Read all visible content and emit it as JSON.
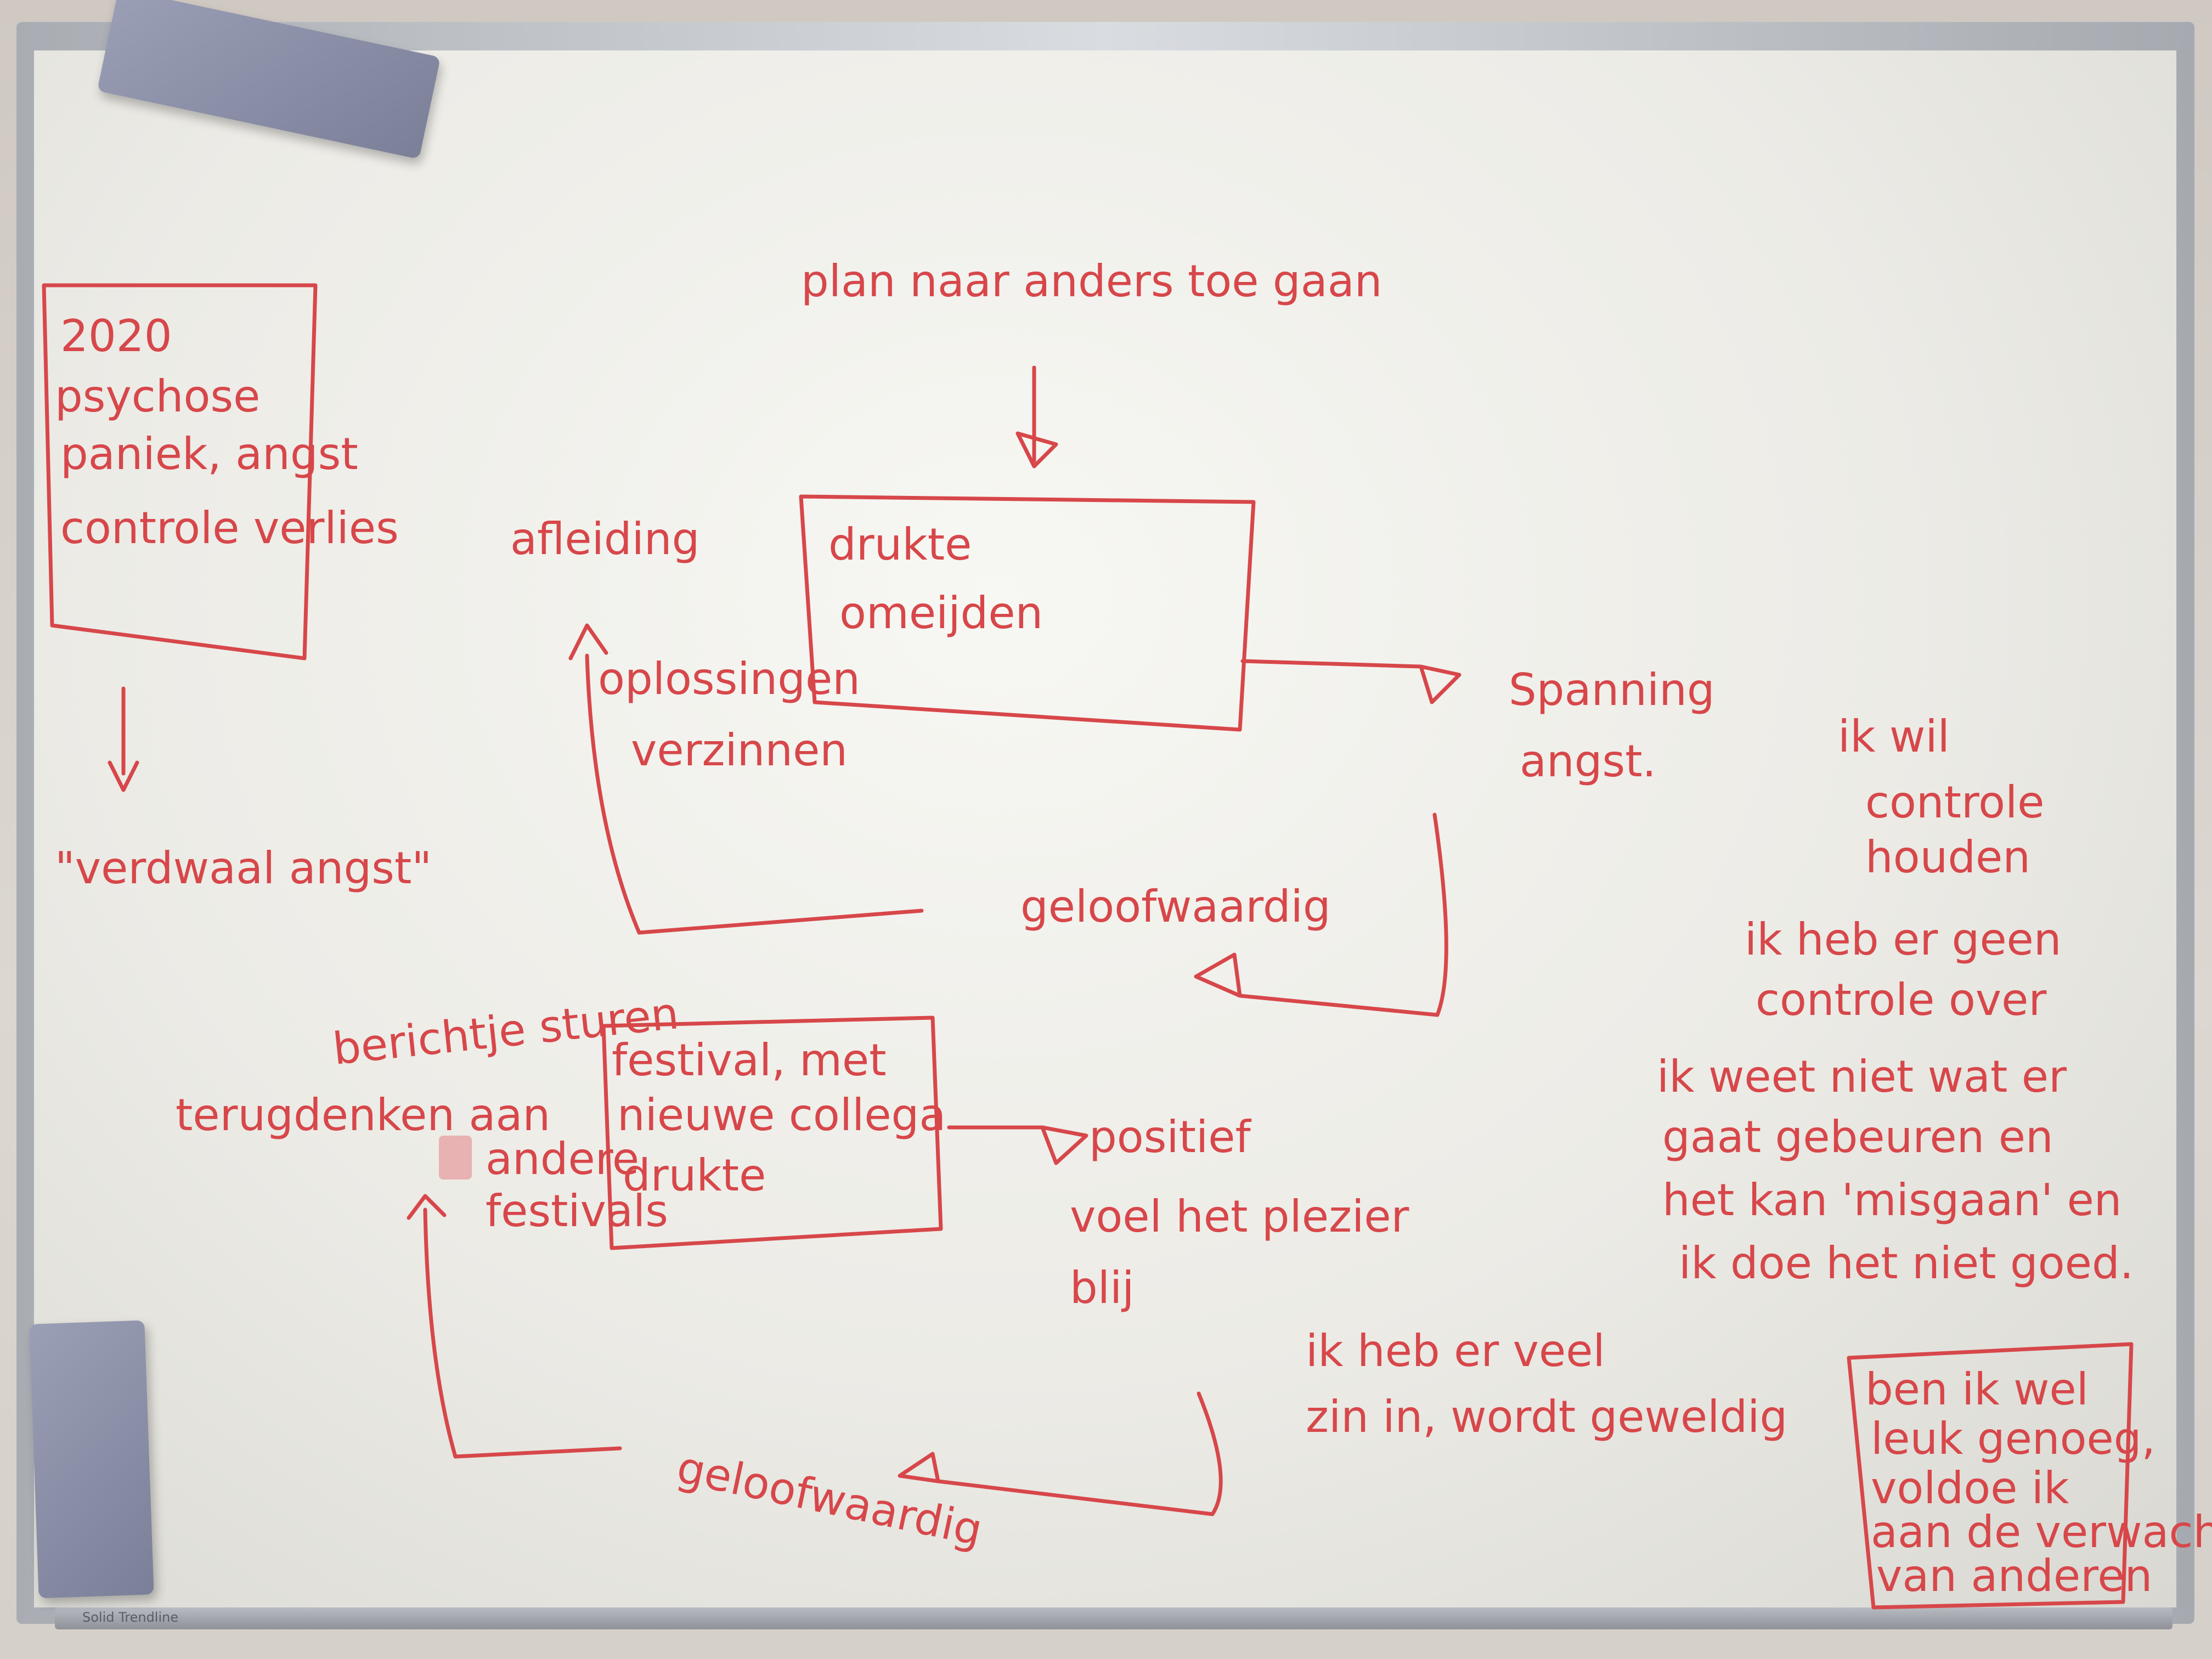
{
  "board": {
    "title": "plan naar anders toe gaan",
    "box_top_left": [
      "2020",
      "psychose",
      "paniek, angst",
      "controle verlies"
    ],
    "quote": "\"verdwaal angst\"",
    "center_box": [
      "drukte",
      "omeijden"
    ],
    "afleiding": "afleiding",
    "oplossingen": [
      "oplossingen",
      "verzinnen"
    ],
    "spanning": [
      "Spanning",
      "angst."
    ],
    "geloofwaardig_top": "geloofwaardig",
    "right_notes": {
      "controle": [
        "ik wil",
        "controle",
        "houden"
      ],
      "geen_controle": [
        "ik heb er geen",
        "controle over"
      ],
      "weet_niet": [
        "ik weet niet wat er",
        "gaat gebeuren en",
        "het kan 'misgaan' en",
        "ik doe het niet goed."
      ]
    },
    "festival_box": [
      "festival, met",
      "nieuwe collega",
      "drukte"
    ],
    "bericht": "berichtje sturen",
    "terugdenken": "terugdenken aan",
    "andere_festivals": [
      "andere",
      "festivals"
    ],
    "positief": [
      "positief",
      "voel het plezier",
      "blij"
    ],
    "zin_in": [
      "ik heb er veel",
      "zin in, wordt geweldig"
    ],
    "geloofwaardig_bottom": "geloofwaardig",
    "box_bottom_right": [
      "ben ik wel",
      "leuk genoeg,",
      "voldoe ik",
      "aan de verwachting",
      "van anderen"
    ],
    "tray_brand": "Solid Trendline"
  }
}
